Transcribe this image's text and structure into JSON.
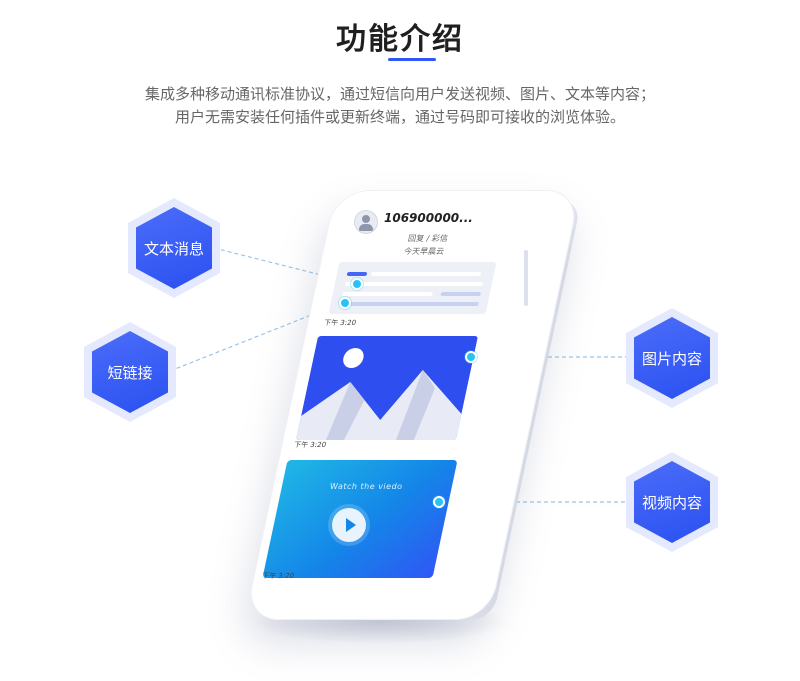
{
  "section": {
    "title": "功能介绍",
    "description_line1": "集成多种移动通讯标准协议，通过短信向用户发送视频、图片、文本等内容；",
    "description_line2": "用户无需安装任何插件或更新终端，通过号码即可接收的浏览体验。"
  },
  "phone": {
    "sender": "106900000...",
    "sub_line1": "回复 / 彩信",
    "sub_line2": "今天早晨云",
    "time_1": "下午 3:20",
    "time_2": "下午 3:20",
    "time_3": "下午 3:20",
    "video_title": "Watch the viedo"
  },
  "features": [
    {
      "label": "文本消息",
      "icon": "hexagon-badge"
    },
    {
      "label": "短链接",
      "icon": "hexagon-badge"
    },
    {
      "label": "图片内容",
      "icon": "hexagon-badge"
    },
    {
      "label": "视频内容",
      "icon": "hexagon-badge"
    }
  ],
  "colors": {
    "accent": "#2f57f5",
    "connector": "#9ec4e8",
    "dot": "#28c3f5"
  }
}
